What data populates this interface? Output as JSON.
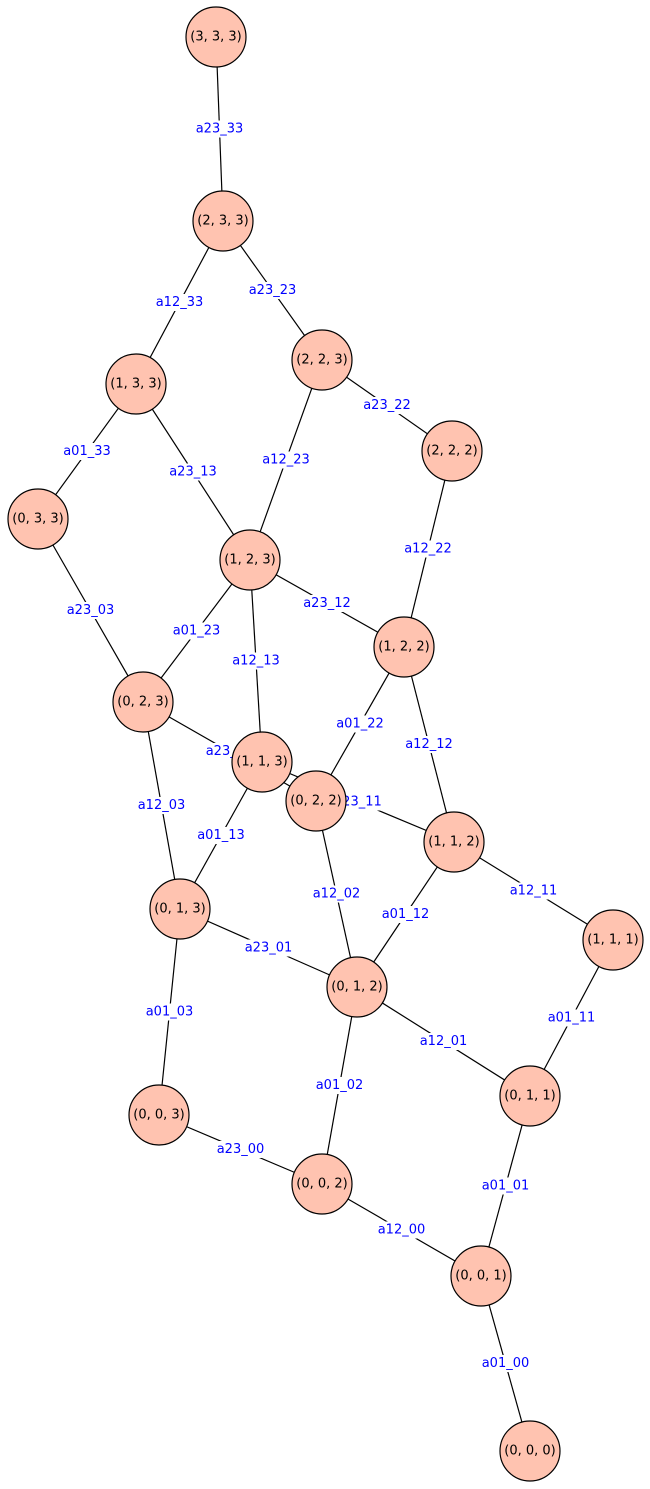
{
  "colors": {
    "node_fill": "#ffc3b0",
    "node_stroke": "#000000",
    "edge": "#000000",
    "edge_label": "#0000ff"
  },
  "nodes": [
    {
      "id": "333",
      "label": "(3, 3, 3)"
    },
    {
      "id": "233",
      "label": "(2, 3, 3)"
    },
    {
      "id": "223",
      "label": "(2, 2, 3)"
    },
    {
      "id": "133",
      "label": "(1, 3, 3)"
    },
    {
      "id": "222",
      "label": "(2, 2, 2)"
    },
    {
      "id": "033",
      "label": "(0, 3, 3)"
    },
    {
      "id": "123",
      "label": "(1, 2, 3)"
    },
    {
      "id": "122",
      "label": "(1, 2, 2)"
    },
    {
      "id": "023",
      "label": "(0, 2, 3)"
    },
    {
      "id": "113",
      "label": "(1, 1, 3)"
    },
    {
      "id": "022",
      "label": "(0, 2, 2)"
    },
    {
      "id": "112",
      "label": "(1, 1, 2)"
    },
    {
      "id": "013",
      "label": "(0, 1, 3)"
    },
    {
      "id": "111",
      "label": "(1, 1, 1)"
    },
    {
      "id": "012",
      "label": "(0, 1, 2)"
    },
    {
      "id": "011",
      "label": "(0, 1, 1)"
    },
    {
      "id": "003",
      "label": "(0, 0, 3)"
    },
    {
      "id": "002",
      "label": "(0, 0, 2)"
    },
    {
      "id": "001",
      "label": "(0, 0, 1)"
    },
    {
      "id": "000",
      "label": "(0, 0, 0)"
    }
  ],
  "edges": [
    {
      "from": "333",
      "to": "233",
      "label": "a23_33"
    },
    {
      "from": "233",
      "to": "133",
      "label": "a12_33"
    },
    {
      "from": "233",
      "to": "223",
      "label": "a23_23"
    },
    {
      "from": "133",
      "to": "033",
      "label": "a01_33"
    },
    {
      "from": "133",
      "to": "123",
      "label": "a23_13"
    },
    {
      "from": "223",
      "to": "123",
      "label": "a12_23"
    },
    {
      "from": "223",
      "to": "222",
      "label": "a23_22"
    },
    {
      "from": "222",
      "to": "122",
      "label": "a12_22"
    },
    {
      "from": "033",
      "to": "023",
      "label": "a23_03"
    },
    {
      "from": "123",
      "to": "023",
      "label": "a01_23"
    },
    {
      "from": "123",
      "to": "113",
      "label": "a12_13"
    },
    {
      "from": "123",
      "to": "122",
      "label": "a23_12"
    },
    {
      "from": "122",
      "to": "022",
      "label": "a01_22"
    },
    {
      "from": "122",
      "to": "112",
      "label": "a12_12"
    },
    {
      "from": "023",
      "to": "013",
      "label": "a12_03"
    },
    {
      "from": "023",
      "to": "022",
      "label": "a23_02"
    },
    {
      "from": "113",
      "to": "013",
      "label": "a01_13"
    },
    {
      "from": "113",
      "to": "112",
      "label": "a23_11"
    },
    {
      "from": "022",
      "to": "012",
      "label": "a12_02"
    },
    {
      "from": "112",
      "to": "012",
      "label": "a01_12"
    },
    {
      "from": "112",
      "to": "111",
      "label": "a12_11"
    },
    {
      "from": "013",
      "to": "012",
      "label": "a23_01"
    },
    {
      "from": "013",
      "to": "003",
      "label": "a01_03"
    },
    {
      "from": "111",
      "to": "011",
      "label": "a01_11"
    },
    {
      "from": "012",
      "to": "011",
      "label": "a12_01"
    },
    {
      "from": "012",
      "to": "002",
      "label": "a01_02"
    },
    {
      "from": "003",
      "to": "002",
      "label": "a23_00"
    },
    {
      "from": "011",
      "to": "001",
      "label": "a01_01"
    },
    {
      "from": "002",
      "to": "001",
      "label": "a12_00"
    },
    {
      "from": "001",
      "to": "000",
      "label": "a01_00"
    }
  ]
}
